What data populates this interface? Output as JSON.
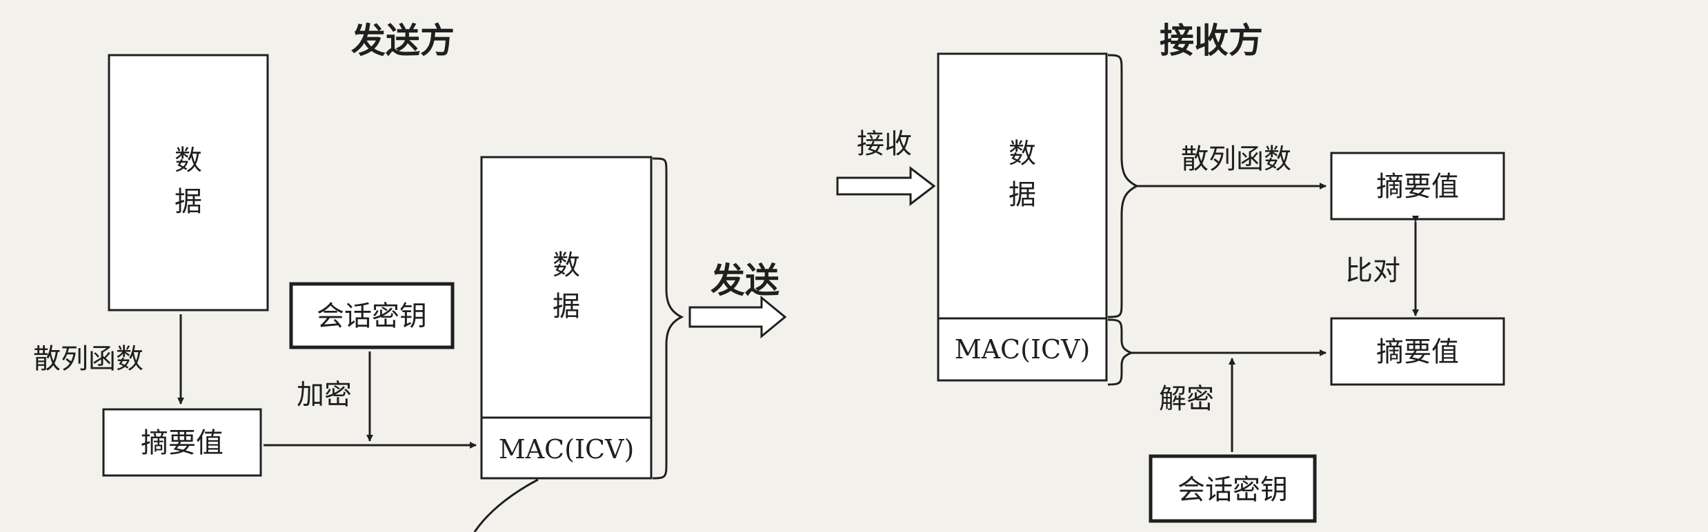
{
  "sender": {
    "title": "发送方",
    "data_label": "数据",
    "hash_label": "散列函数",
    "digest_label": "摘要值",
    "session_key_label": "会话密钥",
    "encrypt_label": "加密",
    "packet_data_label": "数据",
    "mac_label": "MAC(ICV)",
    "send_label": "发送"
  },
  "receiver": {
    "title": "接收方",
    "receive_label": "接收",
    "data_label": "数据",
    "mac_label": "MAC(ICV)",
    "hash_label": "散列函数",
    "digest_top_label": "摘要值",
    "compare_label": "比对",
    "digest_bottom_label": "摘要值",
    "decrypt_label": "解密",
    "session_key_label": "会话密钥"
  }
}
